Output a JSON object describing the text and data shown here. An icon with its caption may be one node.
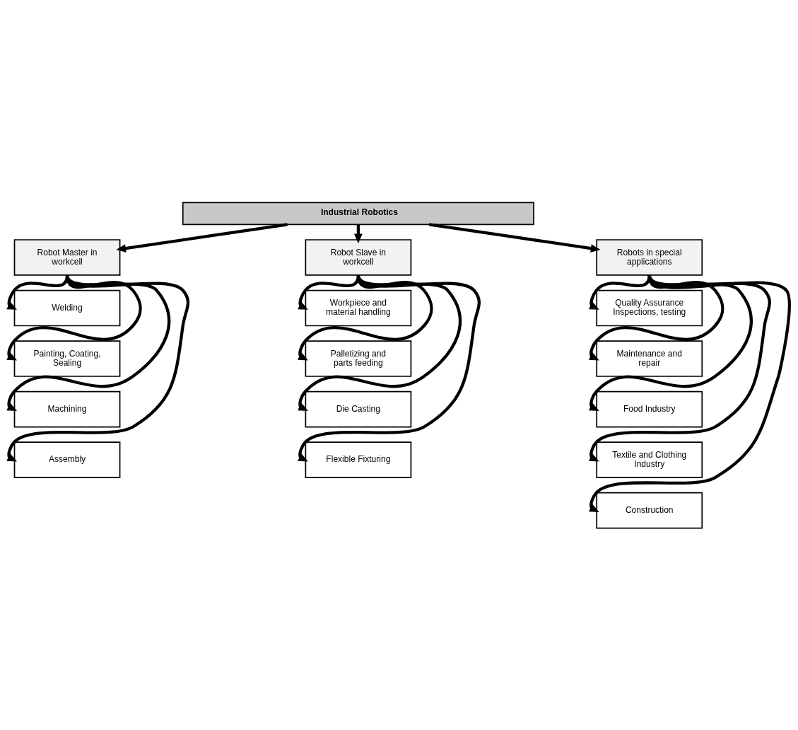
{
  "diagram": {
    "nodes": [
      {
        "text": [
          "Industrial Robotics"
        ]
      },
      {
        "text": [
          "Robot Master in workcell"
        ]
      },
      {
        "text": [
          "Robot Slave in workcell"
        ]
      },
      {
        "text": [
          "Robots in special applications"
        ]
      },
      {
        "text": [
          "Welding"
        ]
      },
      {
        "text": [
          "Painting, Coating, Sealing"
        ]
      },
      {
        "text": [
          "Machining"
        ]
      },
      {
        "text": [
          "Assembly"
        ]
      },
      {
        "text": [
          "Workpiece and material handling"
        ]
      },
      {
        "text": [
          "Palletizing and parts feeding"
        ]
      },
      {
        "text": [
          "Die Casting"
        ]
      },
      {
        "text": [
          "Flexible Fixturing"
        ]
      },
      {
        "text": [
          "Quality Assurance Inspections, testing"
        ]
      },
      {
        "text": [
          "Maintenance and repair"
        ]
      },
      {
        "text": [
          "Food Industry"
        ]
      },
      {
        "text": [
          "Textile and Clothing Industry"
        ]
      },
      {
        "text": [
          "Construction"
        ]
      }
    ],
    "edges": [
      {
        "from": 0,
        "to": 1,
        "arrow": "to"
      },
      {
        "from": 0,
        "to": 2,
        "arrow": "to"
      },
      {
        "from": 0,
        "to": 3,
        "arrow": "to"
      },
      {
        "from": 1,
        "to": 4,
        "arrow": "to"
      },
      {
        "from": 1,
        "to": 5,
        "arrow": "to"
      },
      {
        "from": 1,
        "to": 6,
        "arrow": "to"
      },
      {
        "from": 1,
        "to": 7,
        "arrow": "to"
      },
      {
        "from": 2,
        "to": 8,
        "arrow": "to"
      },
      {
        "from": 2,
        "to": 9,
        "arrow": "to"
      },
      {
        "from": 2,
        "to": 10,
        "arrow": "to"
      },
      {
        "from": 2,
        "to": 11,
        "arrow": "to"
      },
      {
        "from": 3,
        "to": 12,
        "arrow": "to"
      },
      {
        "from": 3,
        "to": 13,
        "arrow": "to"
      },
      {
        "from": 3,
        "to": 14,
        "arrow": "to"
      },
      {
        "from": 3,
        "to": 15,
        "arrow": "to"
      },
      {
        "from": 3,
        "to": 16,
        "arrow": "to"
      }
    ]
  }
}
